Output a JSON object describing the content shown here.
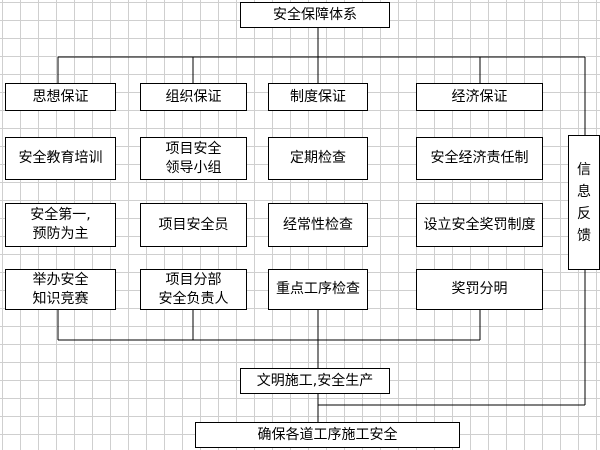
{
  "top": "安全保障体系",
  "categories": [
    "思想保证",
    "组织保证",
    "制度保证",
    "经济保证"
  ],
  "columns": [
    [
      "安全教育培训",
      "安全第一,\n预防为主",
      "举办安全\n知识竞赛"
    ],
    [
      "项目安全\n领导小组",
      "项目安全员",
      "项目分部\n安全负责人"
    ],
    [
      "定期检查",
      "经常性检查",
      "重点工序检查"
    ],
    [
      "安全经济责任制",
      "设立安全奖罚制度",
      "奖罚分明"
    ]
  ],
  "feedback": "信\n息\n反\n馈",
  "result": "文明施工,安全生产",
  "goal": "确保各道工序施工安全"
}
